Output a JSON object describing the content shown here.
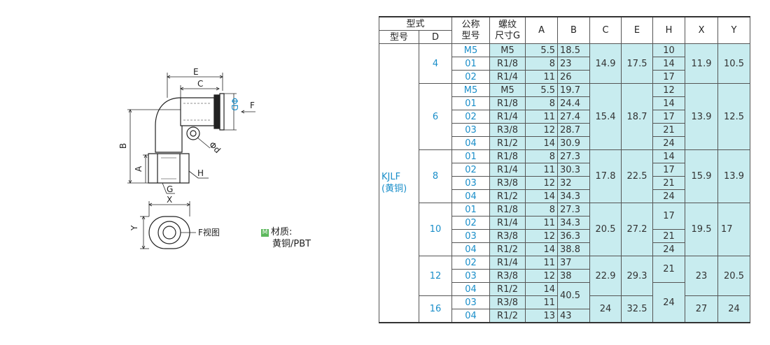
{
  "drawing": {
    "labels": {
      "E": "E",
      "C": "C",
      "F": "F",
      "phiD": "ΦD",
      "B": "B",
      "phid": "Φd",
      "A": "A",
      "H": "H",
      "G": "G",
      "X": "X",
      "Y": "Y",
      "fview": "F视图"
    }
  },
  "material": {
    "badge": "M",
    "label": "材质:",
    "value": "黄铜/PBT"
  },
  "table": {
    "headers": {
      "type_group": "型式",
      "model": "型号",
      "d": "D",
      "nominal": "公称\n型号",
      "thread": "螺纹\n尺寸G",
      "a": "A",
      "b": "B",
      "c": "C",
      "e": "E",
      "h": "H",
      "x": "X",
      "y": "Y"
    },
    "model_name": "KJLF\n(黄铜)",
    "groups": [
      {
        "d": "4",
        "c": "14.9",
        "e": "17.5",
        "x": "11.9",
        "y": "10.5",
        "rows": [
          {
            "code": "M5",
            "g": "M5",
            "a": "5.5",
            "b": "18.5",
            "h": "10"
          },
          {
            "code": "01",
            "g": "R1/8",
            "a": "8",
            "b": "23",
            "h": "14"
          },
          {
            "code": "02",
            "g": "R1/4",
            "a": "11",
            "b": "26",
            "h": "17"
          }
        ]
      },
      {
        "d": "6",
        "c": "15.4",
        "e": "18.7",
        "x": "13.9",
        "y": "12.5",
        "rows": [
          {
            "code": "M5",
            "g": "M5",
            "a": "5.5",
            "b": "19.7",
            "h": "12"
          },
          {
            "code": "01",
            "g": "R1/8",
            "a": "8",
            "b": "24.4",
            "h": "14"
          },
          {
            "code": "02",
            "g": "R1/4",
            "a": "11",
            "b": "27.4",
            "h": "17"
          },
          {
            "code": "03",
            "g": "R3/8",
            "a": "12",
            "b": "28.7",
            "h": "21"
          },
          {
            "code": "04",
            "g": "R1/2",
            "a": "14",
            "b": "30.9",
            "h": "24"
          }
        ]
      },
      {
        "d": "8",
        "c": "17.8",
        "e": "22.5",
        "x": "15.9",
        "y": "13.9",
        "rows": [
          {
            "code": "01",
            "g": "R1/8",
            "a": "8",
            "b": "27.3",
            "h": "14"
          },
          {
            "code": "02",
            "g": "R1/4",
            "a": "11",
            "b": "30.3",
            "h": "17"
          },
          {
            "code": "03",
            "g": "R3/8",
            "a": "12",
            "b": "32",
            "h": "21"
          },
          {
            "code": "04",
            "g": "R1/2",
            "a": "14",
            "b": "34.3",
            "h": "24"
          }
        ]
      },
      {
        "d": "10",
        "c": "20.5",
        "e": "27.2",
        "x": "19.5",
        "y": "17",
        "rows": [
          {
            "code": "01",
            "g": "R1/8",
            "a": "8",
            "b": "27.3",
            "h": "17"
          },
          {
            "code": "02",
            "g": "R1/4",
            "a": "11",
            "b": "34.3",
            "h": ""
          },
          {
            "code": "03",
            "g": "R3/8",
            "a": "12",
            "b": "36.3",
            "h": "21"
          },
          {
            "code": "04",
            "g": "R1/2",
            "a": "14",
            "b": "38.8",
            "h": "24"
          }
        ]
      },
      {
        "d": "12",
        "c": "22.9",
        "e": "29.3",
        "x": "23",
        "y": "20.5",
        "rows": [
          {
            "code": "02",
            "g": "R1/4",
            "a": "11",
            "b": "37",
            "h": "21"
          },
          {
            "code": "03",
            "g": "R3/8",
            "a": "12",
            "b": "38",
            "h": ""
          },
          {
            "code": "04",
            "g": "R1/2",
            "a": "14",
            "b": "40.5",
            "h": "24"
          }
        ]
      },
      {
        "d": "16",
        "c": "24",
        "e": "32.5",
        "x": "27",
        "y": "24",
        "rows": [
          {
            "code": "03",
            "g": "R3/8",
            "a": "11",
            "b": "",
            "h": ""
          },
          {
            "code": "04",
            "g": "R1/2",
            "a": "13",
            "b": "43",
            "h": ""
          }
        ]
      }
    ]
  }
}
